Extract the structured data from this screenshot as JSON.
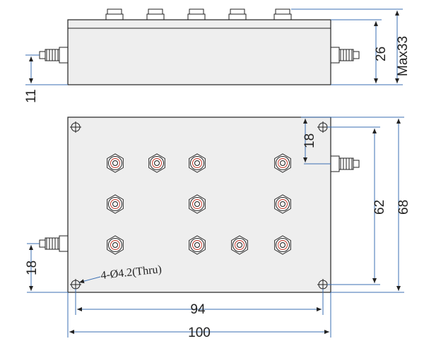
{
  "side_view": {
    "dim_height": "26",
    "dim_max": "Max33",
    "dim_offset": "11"
  },
  "top_view": {
    "dim_hole_spacing_x": "94",
    "dim_width": "100",
    "dim_hole_spacing_y": "62",
    "dim_height": "68",
    "dim_right_conn_offset": "18",
    "dim_left_conn_offset": "18",
    "hole_note": "4-Ø4.2(Thru)"
  },
  "colors": {
    "outline": "#222222",
    "dimension_line": "#3b6fb3",
    "body_fill": "#eeeeee",
    "knob_accent": "#c0392b"
  }
}
